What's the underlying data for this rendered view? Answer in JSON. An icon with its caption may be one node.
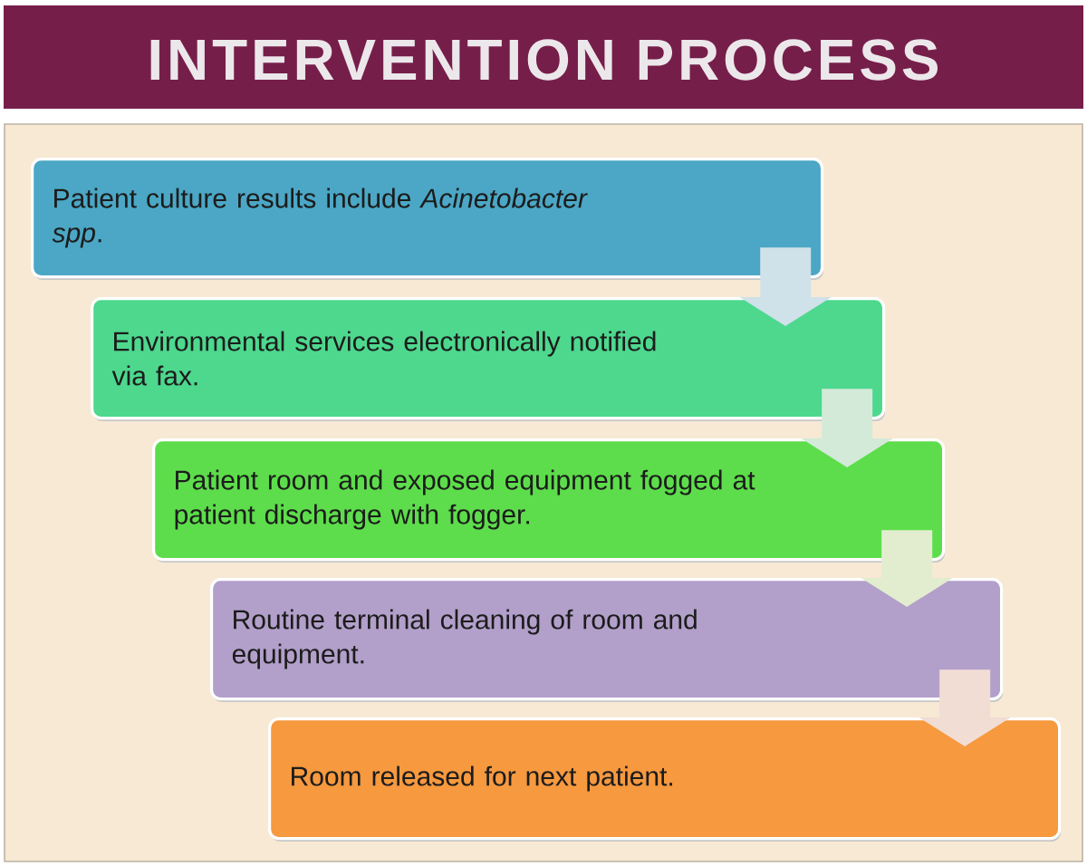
{
  "diagram": {
    "title": "INTERVENTION PROCESS",
    "nodes": [
      {
        "text": [
          "Patient culture results include *Acinetobacter spp*."
        ]
      },
      {
        "text": [
          "Environmental services electronically notified via fax."
        ]
      },
      {
        "text": [
          "Patient room and exposed equipment fogged at patient discharge with fogger."
        ]
      },
      {
        "text": [
          "Routine terminal cleaning of room and equipment."
        ]
      },
      {
        "text": [
          "Room released for next patient."
        ]
      }
    ],
    "edges": [
      {
        "from": 0,
        "to": 1,
        "arrow": "to",
        "color": "#cfe1e9"
      },
      {
        "from": 1,
        "to": 2,
        "arrow": "to",
        "color": "#d3ead8"
      },
      {
        "from": 2,
        "to": 3,
        "arrow": "to",
        "color": "#e2edd0"
      },
      {
        "from": 3,
        "to": 4,
        "arrow": "to",
        "color": "#f1ddd4"
      }
    ]
  }
}
